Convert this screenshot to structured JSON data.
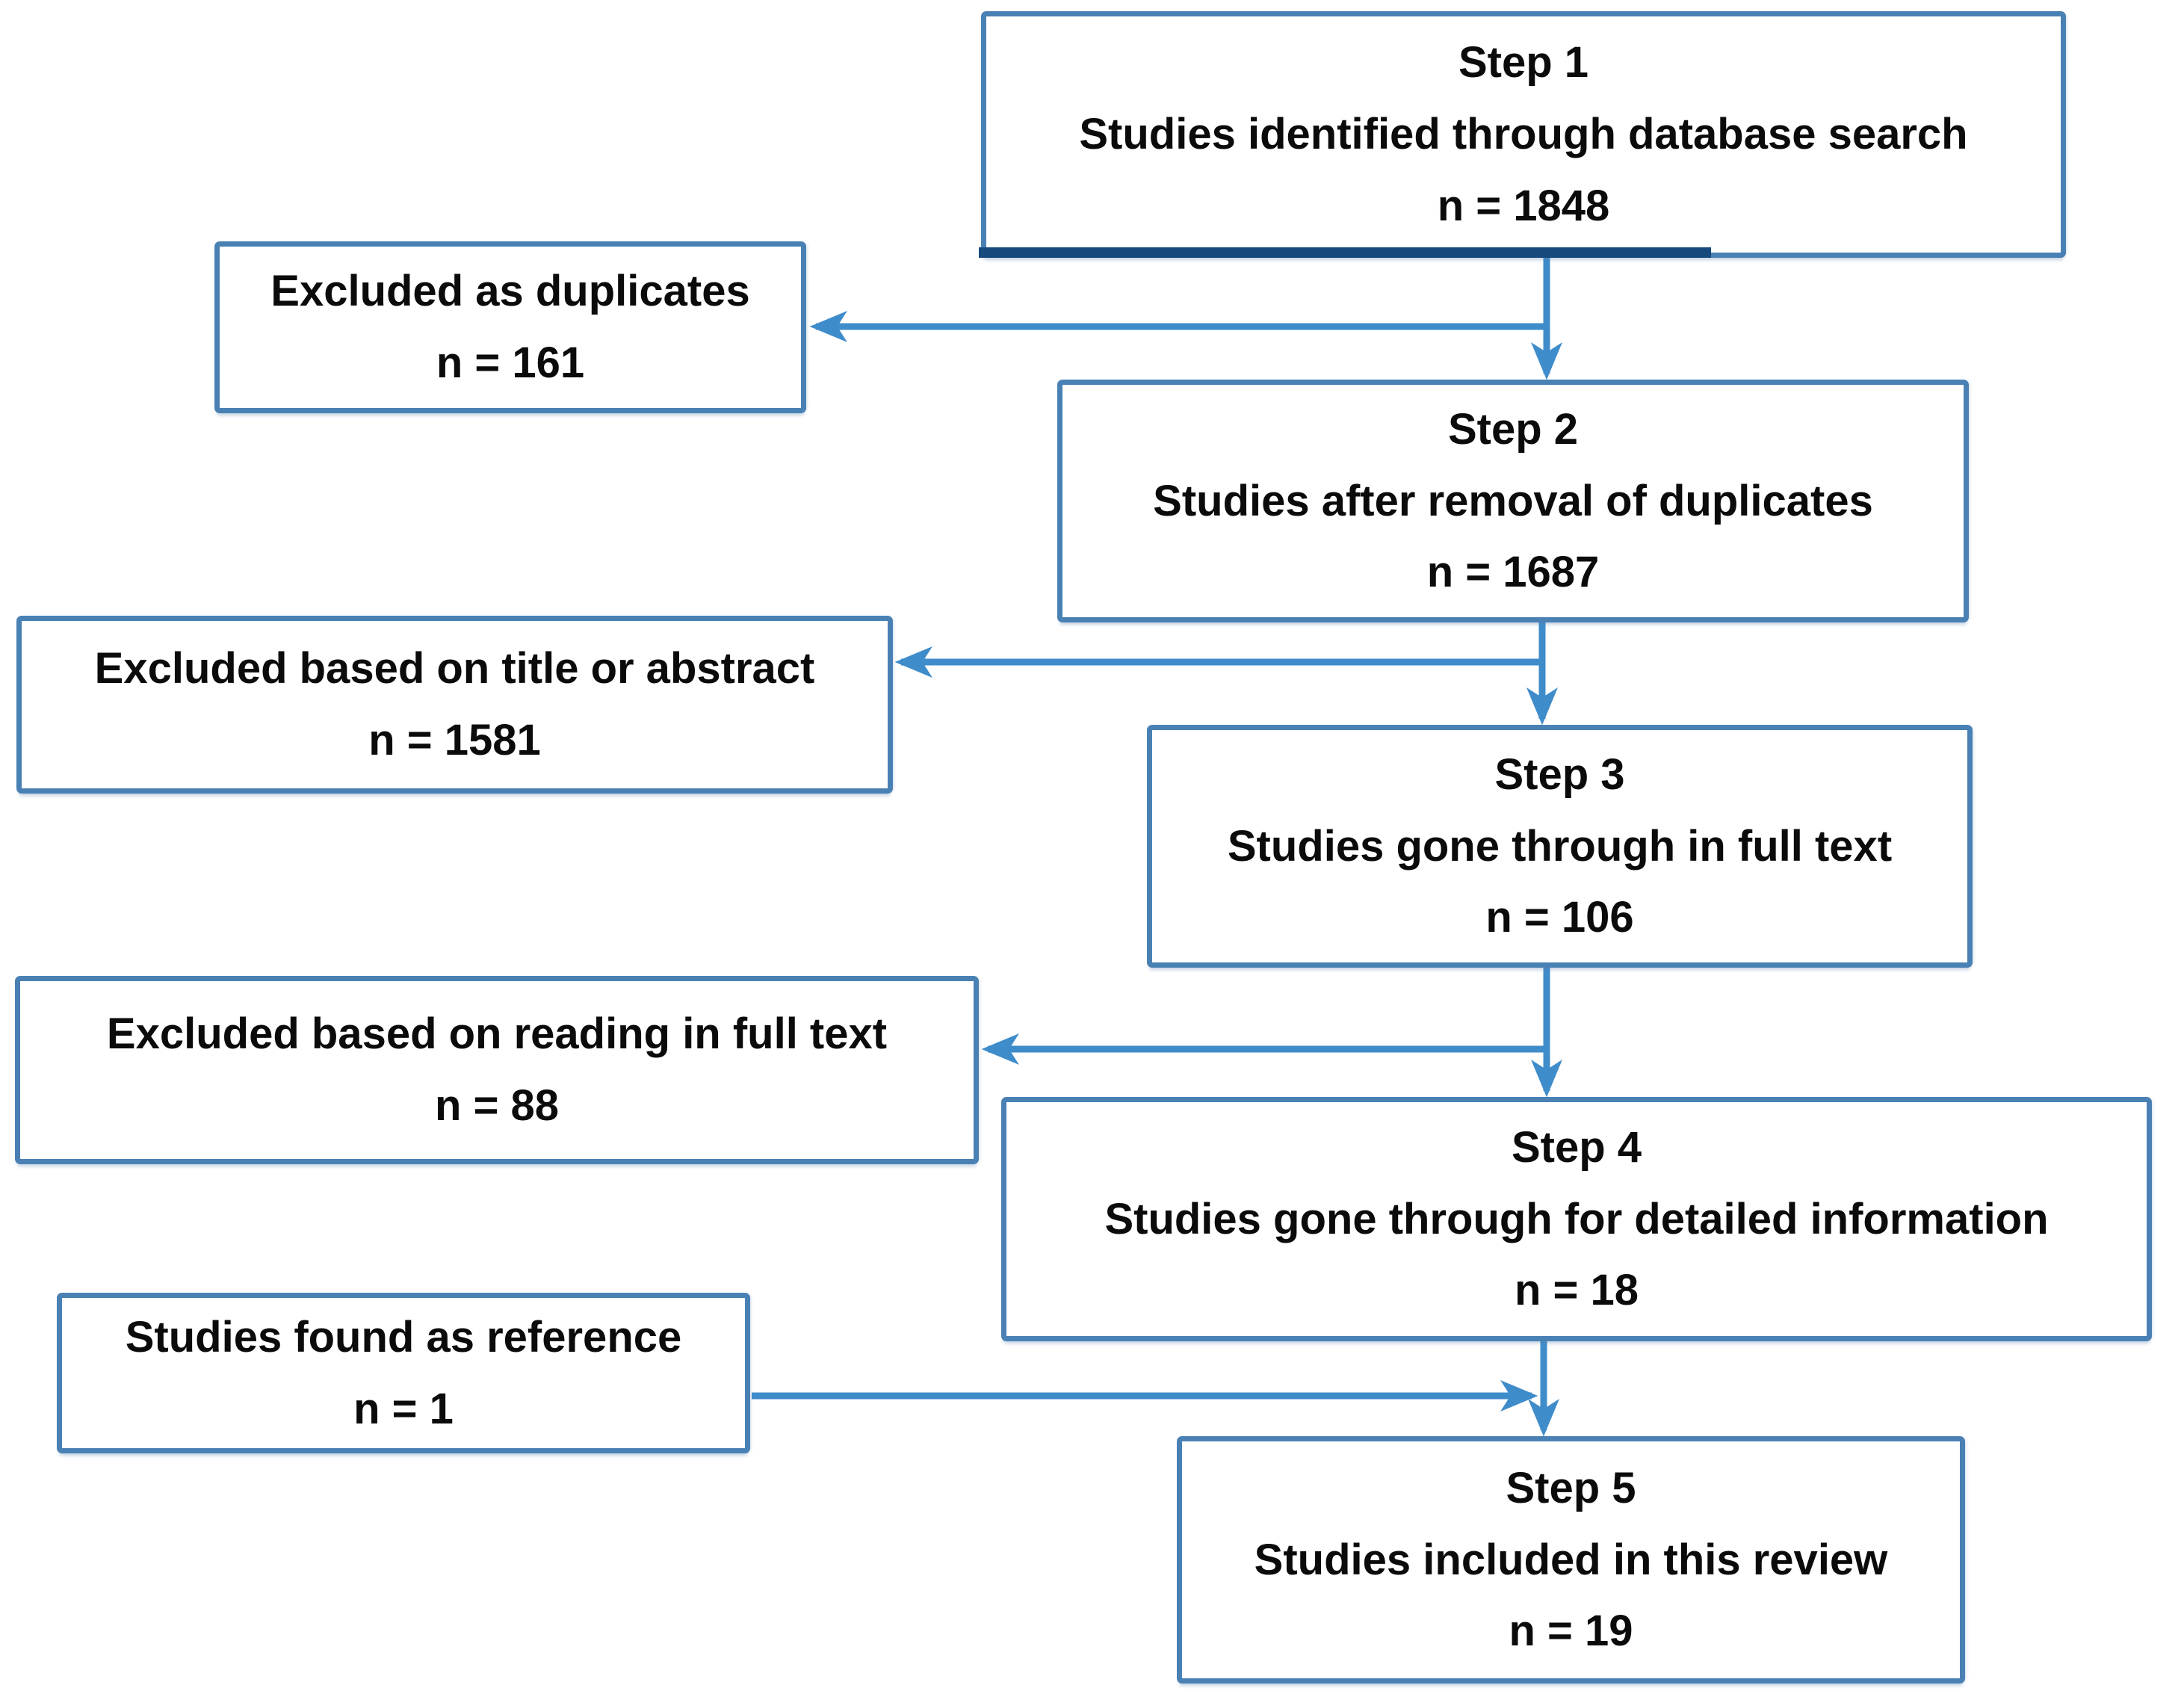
{
  "diagram": {
    "type": "flowchart",
    "steps": [
      {
        "title": "Step 1",
        "description": "Studies identified through database search",
        "count": "n = 1848"
      },
      {
        "title": "Step 2",
        "description": "Studies after removal of duplicates",
        "count": "n = 1687"
      },
      {
        "title": "Step 3",
        "description": "Studies gone through in full text",
        "count": "n = 106"
      },
      {
        "title": "Step 4",
        "description": "Studies gone through for detailed information",
        "count": "n = 18"
      },
      {
        "title": "Step 5",
        "description": "Studies included in this review",
        "count": "n = 19"
      }
    ],
    "side_boxes": [
      {
        "label": "Excluded as duplicates",
        "count": "n = 161",
        "arrow_direction": "from-main-flow"
      },
      {
        "label": "Excluded based on title or abstract",
        "count": "n = 1581",
        "arrow_direction": "from-main-flow"
      },
      {
        "label": "Excluded based on reading in full text",
        "count": "n = 88",
        "arrow_direction": "from-main-flow"
      },
      {
        "label": "Studies found as reference",
        "count": "n = 1",
        "arrow_direction": "into-main-flow"
      }
    ],
    "colors": {
      "box_border": "#4a81b4",
      "arrow": "#3f8ccb",
      "dark_edge": "#17497d",
      "text": "#0b0b0b",
      "background": "#ffffff"
    }
  }
}
